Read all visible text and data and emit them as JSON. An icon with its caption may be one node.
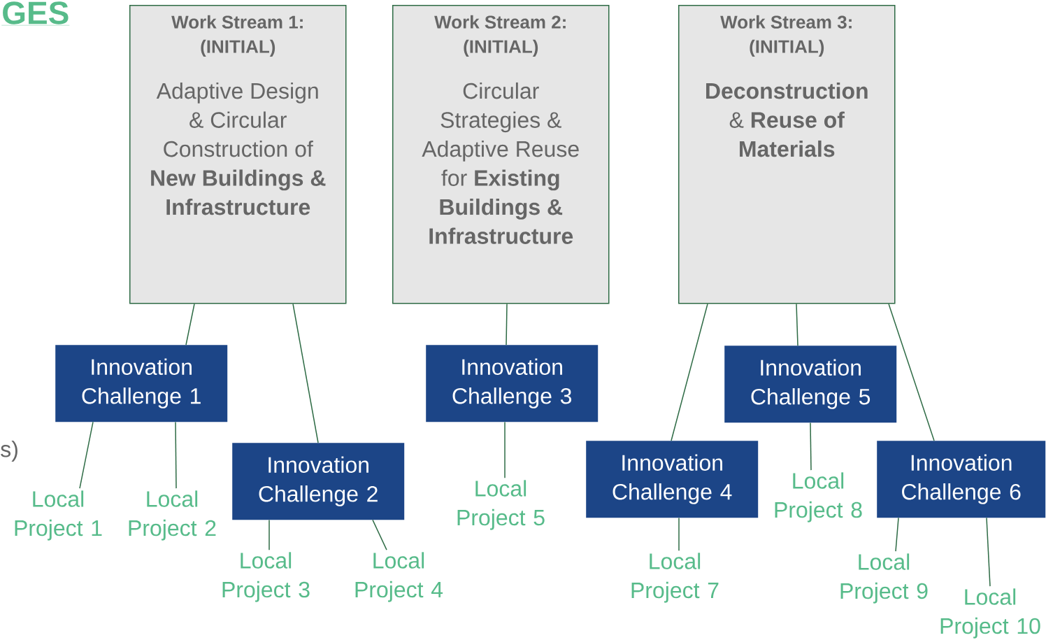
{
  "diagram": {
    "nodes": [
      {
        "text": [
          "Work Stream 1: (INITIAL)",
          "Adaptive Design & Circular Construction of **New Buildings & Infrastructure**"
        ]
      },
      {
        "text": [
          "Work Stream 2: (INITIAL)",
          "Circular Strategies & Adaptive Reuse for **Existing Buildings & Infrastructure**"
        ]
      },
      {
        "text": [
          "Work Stream 3: (INITIAL)",
          "**Deconstruction** & **Reuse of Materials**"
        ]
      },
      {
        "text": [
          "Innovation Challenge 1"
        ]
      },
      {
        "text": [
          "Innovation Challenge 3"
        ]
      },
      {
        "text": [
          "Innovation Challenge 5"
        ]
      },
      {
        "text": [
          "Innovation Challenge 2"
        ]
      },
      {
        "text": [
          "Innovation Challenge 4"
        ]
      },
      {
        "text": [
          "Innovation Challenge 6"
        ]
      },
      {
        "text": [
          "Local Project 1"
        ]
      },
      {
        "text": [
          "Local Project 2"
        ]
      },
      {
        "text": [
          "Local Project 3"
        ]
      },
      {
        "text": [
          "Local Project 4"
        ]
      },
      {
        "text": [
          "Local Project 5"
        ]
      },
      {
        "text": [
          "Local Project 7"
        ]
      },
      {
        "text": [
          "Local Project 8"
        ]
      },
      {
        "text": [
          "Local Project 9"
        ]
      },
      {
        "text": [
          "Local Project 10"
        ]
      }
    ],
    "edges": [
      {
        "from": 0,
        "to": 3,
        "arrow": "none"
      },
      {
        "from": 0,
        "to": 6,
        "arrow": "none"
      },
      {
        "from": 1,
        "to": 4,
        "arrow": "none"
      },
      {
        "from": 2,
        "to": 7,
        "arrow": "none"
      },
      {
        "from": 2,
        "to": 5,
        "arrow": "none"
      },
      {
        "from": 2,
        "to": 8,
        "arrow": "none"
      },
      {
        "from": 3,
        "to": 9,
        "arrow": "none"
      },
      {
        "from": 3,
        "to": 10,
        "arrow": "none"
      },
      {
        "from": 6,
        "to": 11,
        "arrow": "none"
      },
      {
        "from": 6,
        "to": 12,
        "arrow": "none"
      },
      {
        "from": 4,
        "to": 13,
        "arrow": "none"
      },
      {
        "from": 7,
        "to": 14,
        "arrow": "none"
      },
      {
        "from": 5,
        "to": 15,
        "arrow": "none"
      },
      {
        "from": 8,
        "to": 16,
        "arrow": "none"
      },
      {
        "from": 8,
        "to": 17,
        "arrow": "none"
      }
    ],
    "labels": [
      "GES",
      "s)"
    ]
  }
}
